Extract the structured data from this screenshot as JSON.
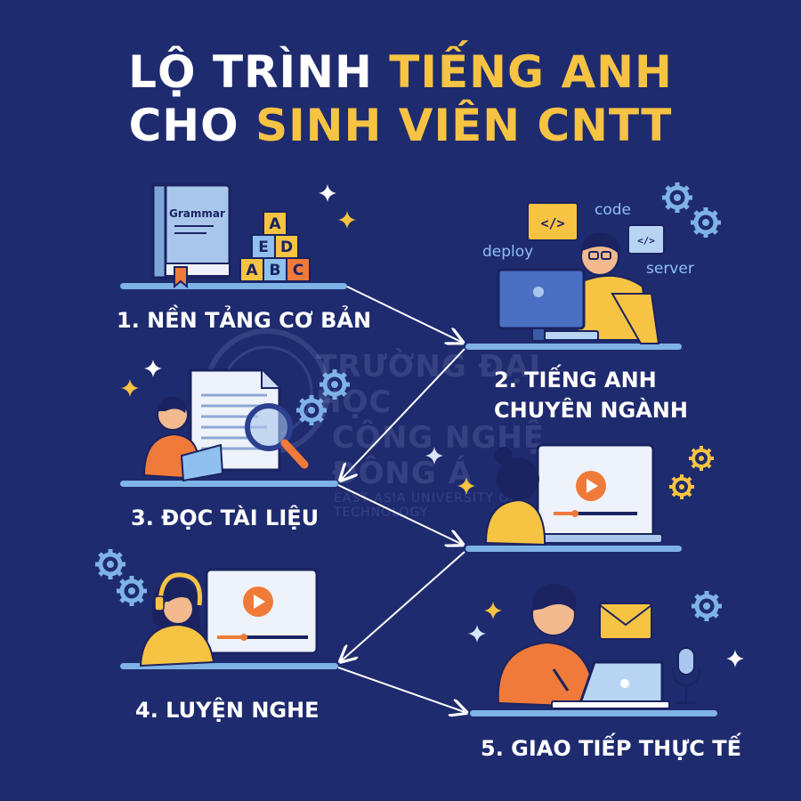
{
  "title": {
    "line1_plain": "LỘ TRÌNH",
    "line1_highlight": "TIẾNG ANH",
    "line2_plain": "CHO",
    "line2_highlight": "SINH VIÊN CNTT"
  },
  "colors": {
    "background": "#1f2b6f",
    "highlight": "#f6c343",
    "accent_orange": "#f07a3a",
    "accent_blue": "#7fb3e6"
  },
  "steps": [
    {
      "label": "1. NỀN TẢNG CƠ BẢN",
      "icon": "book-and-blocks-icon"
    },
    {
      "label_line1": "2. TIẾNG ANH",
      "label_line2": "CHUYÊN NGÀNH",
      "icon": "developer-at-computer-icon"
    },
    {
      "label": "3. ĐỌC TÀI LIỆU",
      "icon": "reading-document-icon"
    },
    {
      "label": "4. LUYỆN NGHE",
      "icon": "listening-headphones-icon"
    },
    {
      "label": "5. GIAO TIẾP THỰC TẾ",
      "icon": "communication-microphone-icon"
    }
  ],
  "book": {
    "cover_text": "Grammar"
  },
  "blocks": [
    "A",
    "E",
    "D",
    "A",
    "B",
    "C"
  ],
  "floating_words": {
    "code": "code",
    "deploy": "deploy",
    "server": "server"
  },
  "watermark": {
    "line1": "TRƯỜNG ĐẠI HỌC",
    "line2": "CÔNG NGHỆ ĐÔNG Á",
    "line3": "EAST ASIA UNIVERSITY OF TECHNOLOGY"
  }
}
